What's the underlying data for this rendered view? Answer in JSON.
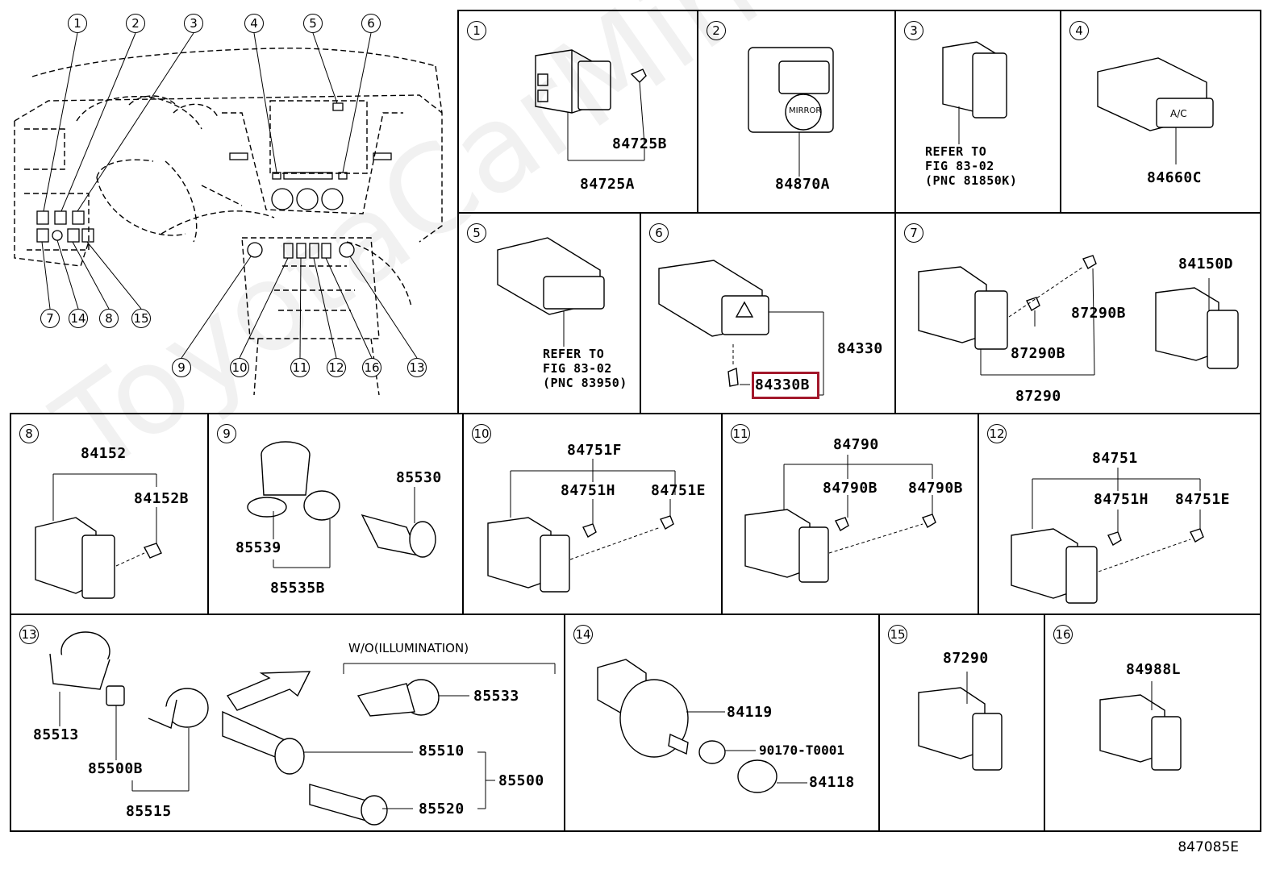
{
  "diagram_number": "847085E",
  "watermark": "ToyotaCarMine.ru",
  "overview": {
    "callouts": [
      "1",
      "2",
      "3",
      "4",
      "5",
      "6",
      "7",
      "14",
      "8",
      "15",
      "9",
      "10",
      "11",
      "12",
      "16",
      "13"
    ]
  },
  "panels": {
    "p1": {
      "number": "1",
      "labels": [
        "84725B",
        "84725A"
      ]
    },
    "p2": {
      "number": "2",
      "labels": [
        "84870A"
      ],
      "button_text": "MIRROR"
    },
    "p3": {
      "number": "3",
      "note": "REFER TO\nFIG 83-02\n(PNC 81850K)"
    },
    "p4": {
      "number": "4",
      "labels": [
        "84660C"
      ],
      "button_text": "A/C"
    },
    "p5": {
      "number": "5",
      "note": "REFER TO\nFIG 83-02\n(PNC 83950)"
    },
    "p6": {
      "number": "6",
      "labels": [
        "84330",
        "84330B"
      ]
    },
    "p7": {
      "number": "7",
      "labels": [
        "84150D",
        "87290B",
        "87290B",
        "87290"
      ]
    },
    "p8": {
      "number": "8",
      "labels": [
        "84152",
        "84152B"
      ]
    },
    "p9": {
      "number": "9",
      "labels": [
        "85530",
        "85539",
        "85535B"
      ]
    },
    "p10": {
      "number": "10",
      "labels": [
        "84751F",
        "84751H",
        "84751E"
      ]
    },
    "p11": {
      "number": "11",
      "labels": [
        "84790",
        "84790B",
        "84790B"
      ]
    },
    "p12": {
      "number": "12",
      "labels": [
        "84751",
        "84751H",
        "84751E"
      ]
    },
    "p13": {
      "number": "13",
      "labels": [
        "85513",
        "85500B",
        "85515",
        "85533",
        "85510",
        "85500",
        "85520"
      ],
      "note": "W/O(ILLUMINATION)"
    },
    "p14": {
      "number": "14",
      "labels": [
        "84119",
        "90170-T0001",
        "84118"
      ]
    },
    "p15": {
      "number": "15",
      "labels": [
        "87290"
      ]
    },
    "p16": {
      "number": "16",
      "labels": [
        "84988L"
      ]
    }
  }
}
